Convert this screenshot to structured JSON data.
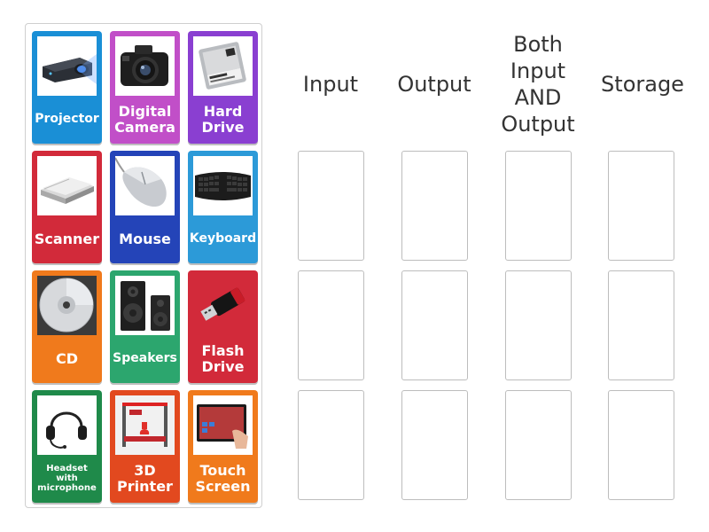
{
  "palette": {
    "tiles": [
      {
        "label": "Projector",
        "color": "#1a8fd6",
        "icon": "projector-icon"
      },
      {
        "label": "Digital Camera",
        "color": "#c14fc8",
        "icon": "camera-icon"
      },
      {
        "label": "Hard Drive",
        "color": "#8a3fd1",
        "icon": "hard-drive-icon"
      },
      {
        "label": "Scanner",
        "color": "#d22a3a",
        "icon": "scanner-icon"
      },
      {
        "label": "Mouse",
        "color": "#2444b8",
        "icon": "mouse-icon"
      },
      {
        "label": "Keyboard",
        "color": "#2c9ad8",
        "icon": "keyboard-icon"
      },
      {
        "label": "CD",
        "color": "#f07a1c",
        "icon": "cd-icon"
      },
      {
        "label": "Speakers",
        "color": "#2ca66e",
        "icon": "speakers-icon"
      },
      {
        "label": "Flash Drive",
        "color": "#d22a3a",
        "icon": "flash-drive-icon"
      },
      {
        "label": "Headset with microphone",
        "color": "#1f8a4a",
        "icon": "headset-icon"
      },
      {
        "label": "3D Printer",
        "color": "#e2491f",
        "icon": "3d-printer-icon"
      },
      {
        "label": "Touch Screen",
        "color": "#f07a1c",
        "icon": "touch-screen-icon"
      }
    ]
  },
  "columns": [
    {
      "header": "Input"
    },
    {
      "header": "Output"
    },
    {
      "header": "Both Input AND Output"
    },
    {
      "header": "Storage"
    }
  ]
}
